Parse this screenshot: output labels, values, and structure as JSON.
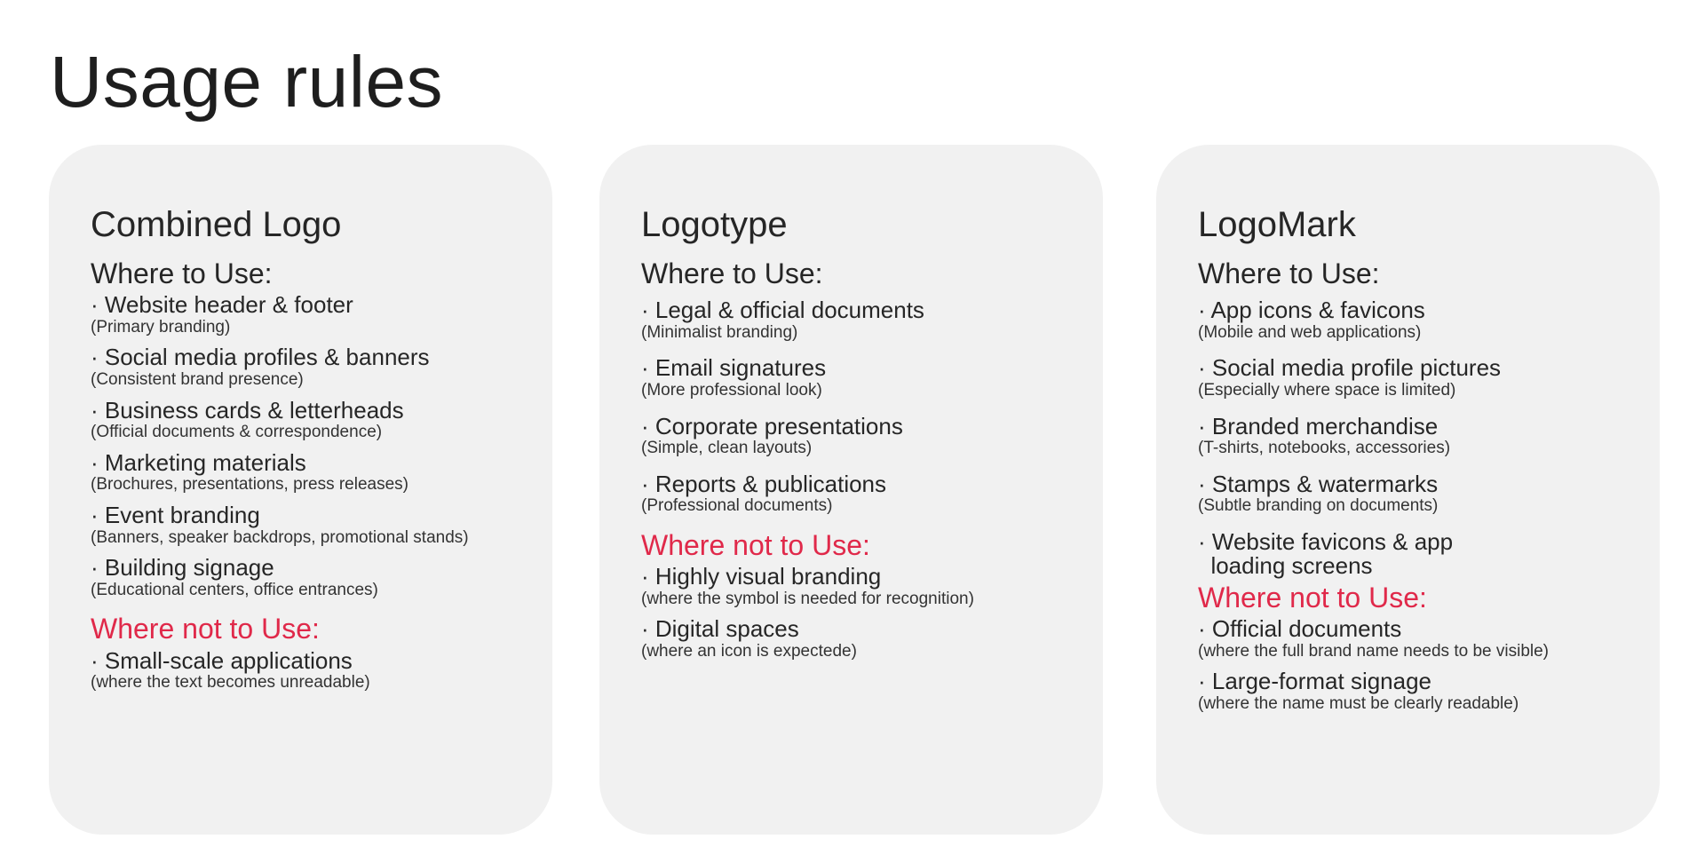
{
  "page_title": "Usage rules",
  "cards": [
    {
      "title": "Combined Logo",
      "use_heading": "Where to Use:",
      "use_items": [
        {
          "label": "· Website header & footer",
          "note": "(Primary branding)"
        },
        {
          "label": "· Social media profiles & banners",
          "note": "(Consistent brand presence)"
        },
        {
          "label": "· Business cards & letterheads",
          "note": "(Official documents & correspondence)"
        },
        {
          "label": "· Marketing materials",
          "note": "(Brochures, presentations, press releases)"
        },
        {
          "label": "· Event branding",
          "note": "(Banners, speaker backdrops, promotional stands)"
        },
        {
          "label": "· Building signage",
          "note": "(Educational centers, office entrances)"
        }
      ],
      "not_heading": "Where not to Use:",
      "not_items": [
        {
          "label": "· Small-scale applications",
          "note": "(where the text becomes unreadable)"
        }
      ]
    },
    {
      "title": "Logotype",
      "use_heading": "Where to Use:",
      "use_items": [
        {
          "label": "· Legal & official documents",
          "note": "(Minimalist branding)"
        },
        {
          "label": "· Email signatures",
          "note": "(More professional look)"
        },
        {
          "label": "· Corporate presentations",
          "note": "(Simple, clean layouts)"
        },
        {
          "label": "· Reports & publications",
          "note": "(Professional documents)"
        }
      ],
      "not_heading": "Where not to Use:",
      "not_items": [
        {
          "label": "· Highly visual branding",
          "note": "(where the symbol is needed for recognition)"
        },
        {
          "label": "· Digital spaces",
          "note": "(where an icon is expectede)"
        }
      ]
    },
    {
      "title": "LogoMark",
      "use_heading": "Where to Use:",
      "use_items": [
        {
          "label": "· App icons & favicons",
          "note": "(Mobile and web applications)"
        },
        {
          "label": "· Social media profile pictures",
          "note": "(Especially where space is limited)"
        },
        {
          "label": "· Branded merchandise",
          "note": "(T-shirts, notebooks, accessories)"
        },
        {
          "label": "· Stamps & watermarks",
          "note": "(Subtle branding on documents)"
        },
        {
          "label": "· Website favicons & app\n  loading screens",
          "note": ""
        }
      ],
      "not_heading": "Where not to Use:",
      "not_items": [
        {
          "label": "· Official documents",
          "note": "(where the full brand name needs to be visible)"
        },
        {
          "label": "· Large-format signage",
          "note": "(where the name must be clearly readable)"
        }
      ]
    }
  ]
}
